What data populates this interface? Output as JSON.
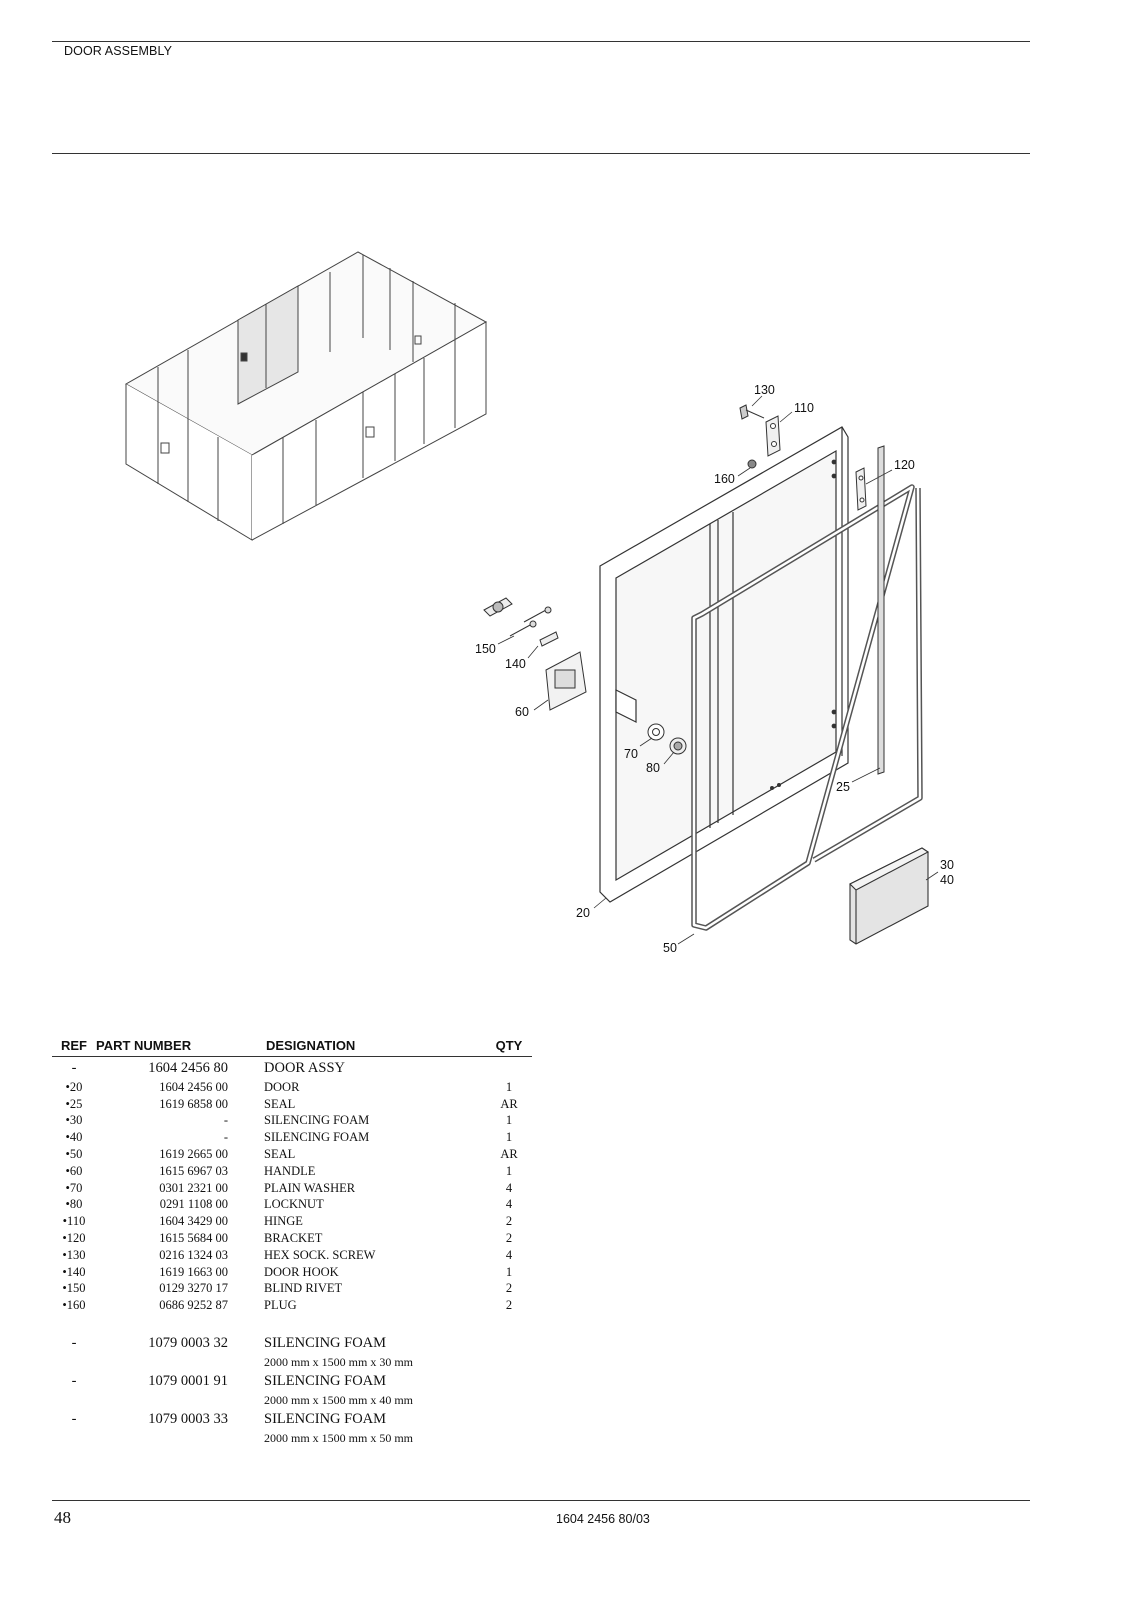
{
  "header": {
    "title": "DOOR ASSEMBLY"
  },
  "callouts": [
    "130",
    "110",
    "120",
    "160",
    "150",
    "140",
    "60",
    "70",
    "80",
    "25",
    "30",
    "40",
    "20",
    "50"
  ],
  "table": {
    "columns": {
      "ref": "REF",
      "part_number": "PART NUMBER",
      "designation": "DESIGNATION",
      "qty": "QTY"
    },
    "main": {
      "ref": "-",
      "part_number": "1604 2456 80",
      "designation": "DOOR ASSY"
    },
    "rows": [
      {
        "ref": "•20",
        "part_number": "1604 2456 00",
        "designation": "DOOR",
        "qty": "1"
      },
      {
        "ref": "•25",
        "part_number": "1619 6858 00",
        "designation": "SEAL",
        "qty": "AR"
      },
      {
        "ref": "•30",
        "part_number": "-",
        "designation": "SILENCING FOAM",
        "qty": "1"
      },
      {
        "ref": "•40",
        "part_number": "-",
        "designation": "SILENCING FOAM",
        "qty": "1"
      },
      {
        "ref": "•50",
        "part_number": "1619 2665 00",
        "designation": "SEAL",
        "qty": "AR"
      },
      {
        "ref": "•60",
        "part_number": "1615 6967 03",
        "designation": "HANDLE",
        "qty": "1"
      },
      {
        "ref": "•70",
        "part_number": "0301 2321 00",
        "designation": "PLAIN WASHER",
        "qty": "4"
      },
      {
        "ref": "•80",
        "part_number": "0291 1108 00",
        "designation": "LOCKNUT",
        "qty": "4"
      },
      {
        "ref": "•110",
        "part_number": "1604 3429 00",
        "designation": "HINGE",
        "qty": "2"
      },
      {
        "ref": "•120",
        "part_number": "1615 5684 00",
        "designation": "BRACKET",
        "qty": "2"
      },
      {
        "ref": "•130",
        "part_number": "0216 1324 03",
        "designation": "HEX SOCK. SCREW",
        "qty": "4"
      },
      {
        "ref": "•140",
        "part_number": "1619 1663 00",
        "designation": "DOOR HOOK",
        "qty": "1"
      },
      {
        "ref": "•150",
        "part_number": "0129 3270 17",
        "designation": "BLIND RIVET",
        "qty": "2"
      },
      {
        "ref": "•160",
        "part_number": "0686 9252 87",
        "designation": "PLUG",
        "qty": "2"
      }
    ],
    "extras": [
      {
        "ref": "-",
        "part_number": "1079 0003 32",
        "designation": "SILENCING FOAM",
        "dimension": "2000 mm x 1500 mm x 30 mm"
      },
      {
        "ref": "-",
        "part_number": "1079 0001 91",
        "designation": "SILENCING FOAM",
        "dimension": "2000 mm x 1500 mm x 40 mm"
      },
      {
        "ref": "-",
        "part_number": "1079 0003 33",
        "designation": "SILENCING FOAM",
        "dimension": "2000 mm x 1500 mm x 50 mm"
      }
    ]
  },
  "footer": {
    "page_number": "48",
    "document_number": "1604 2456 80/03"
  }
}
